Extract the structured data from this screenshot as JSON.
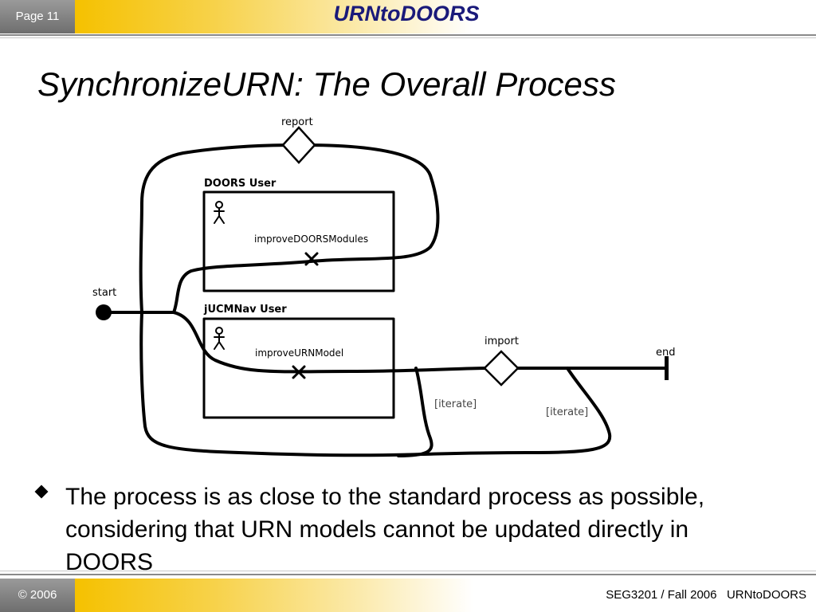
{
  "header": {
    "page_label": "Page 11",
    "title": "URNtoDOORS"
  },
  "slide": {
    "title": "SynchronizeURN: The Overall Process",
    "bullet": "The process is as close to the standard process as possible, considering that URN models cannot be updated directly in DOORS"
  },
  "diagram": {
    "labels": {
      "report": "report",
      "start": "start",
      "import": "import",
      "end": "end",
      "iterate_1": "[iterate]",
      "iterate_2": "[iterate]"
    },
    "components": [
      {
        "title": "DOORS User",
        "responsibility": "improveDOORSModules"
      },
      {
        "title": "jUCMNav User",
        "responsibility": "improveURNModel"
      }
    ]
  },
  "footer": {
    "copyright": "© 2006",
    "course": "SEG3201 / Fall 2006   URNtoDOORS"
  }
}
